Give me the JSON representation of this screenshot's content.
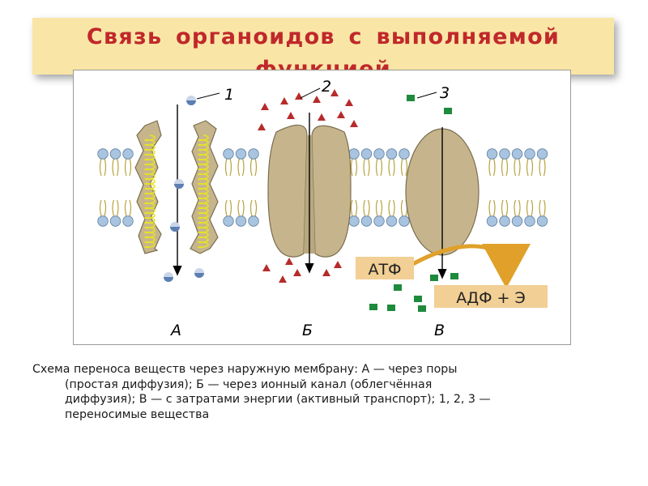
{
  "slide": {
    "title": "Связь органоидов с выполняемой функцией",
    "caption_lines": [
      "Схема переноса веществ через наружную мембрану: А — через поры",
      "(простая диффузия); Б — через ионный канал (облегчённая",
      "диффузия); В — с затратами энергии (активный транспорт); 1, 2, 3 —",
      "переносимые вещества"
    ]
  },
  "diagram": {
    "substance_labels": [
      "1",
      "2",
      "3"
    ],
    "panel_labels": [
      "А",
      "Б",
      "В"
    ],
    "atp_label": "АТФ",
    "adp_label": "АДФ + Э"
  },
  "colors": {
    "title_text": "#c0282b",
    "title_banner": "#f9e6a6",
    "lipid_head": "#a9c4e0",
    "protein": "#c6b58c",
    "helix": "#e6e22a",
    "particle_1": "#5b7fb3",
    "particle_2": "#b72b2b",
    "particle_3": "#1e8a3c",
    "energy_box": "#f2cf94",
    "energy_arrow": "#e0a02a"
  }
}
